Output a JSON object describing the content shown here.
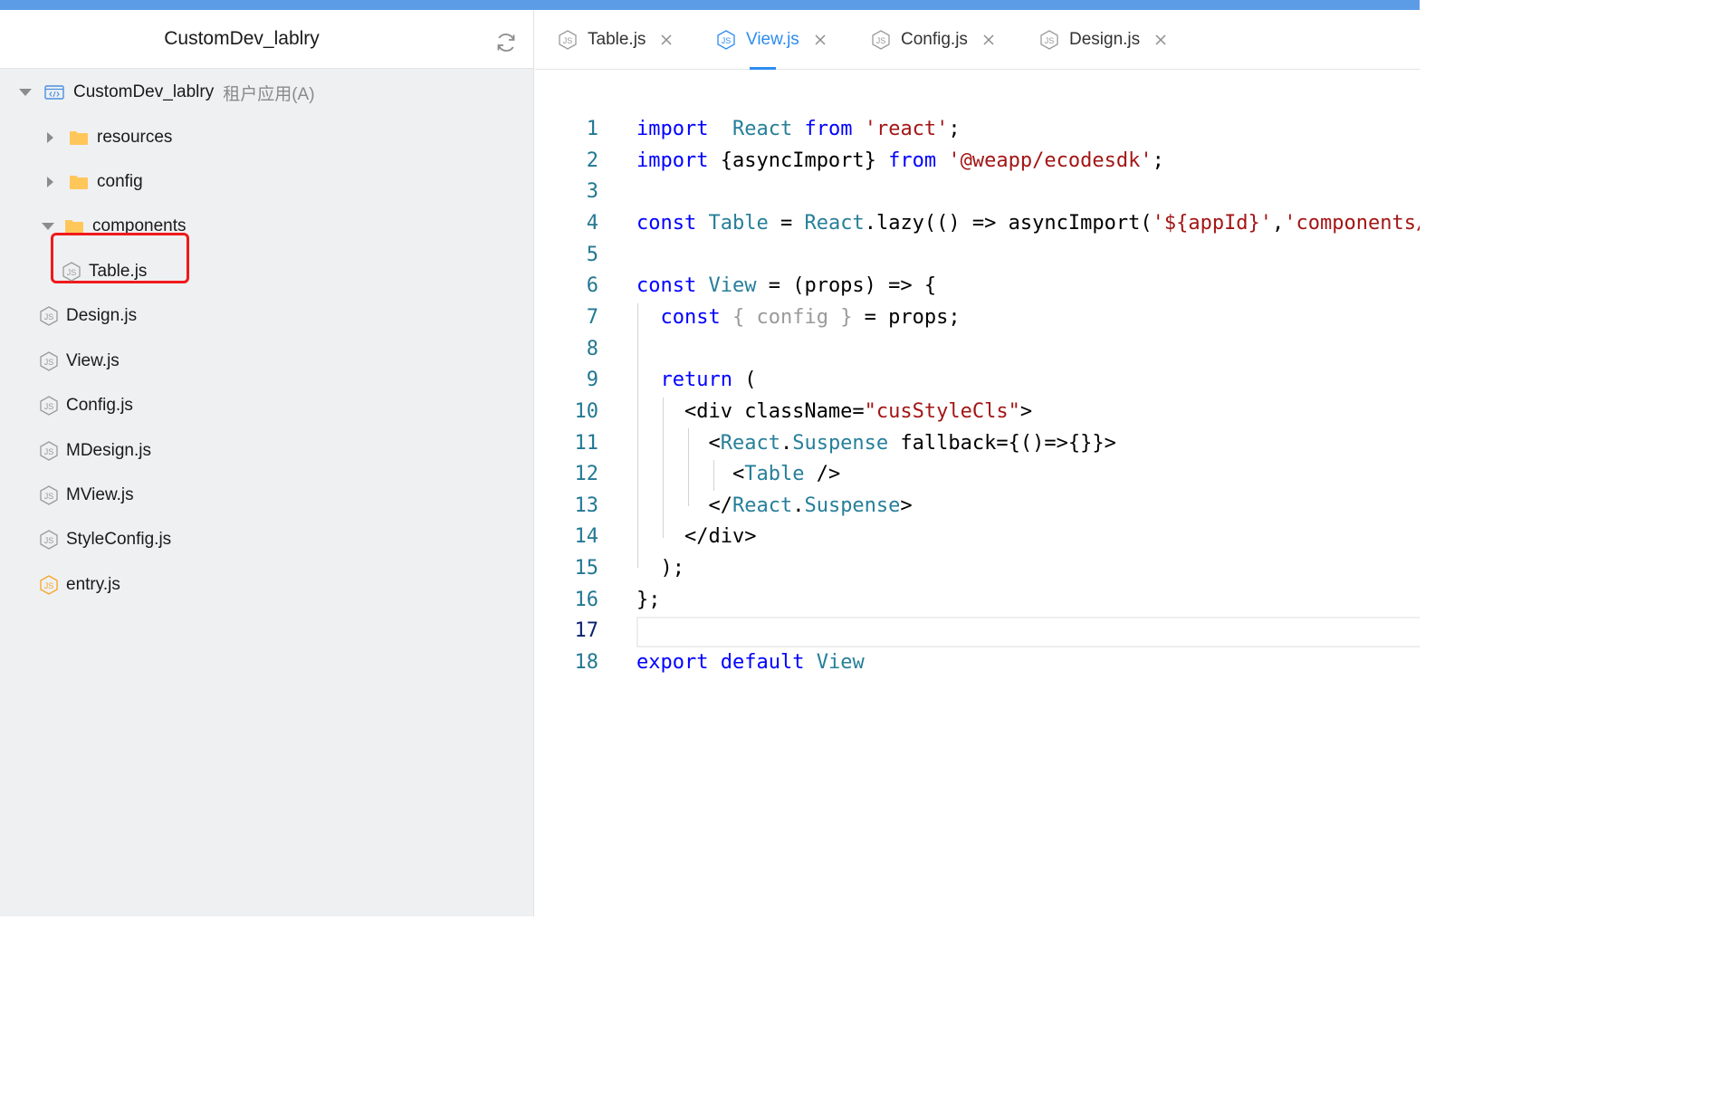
{
  "sidebar": {
    "project_title": "CustomDev_lablry",
    "root": {
      "name": "CustomDev_lablry",
      "suffix": "租户应用(A)"
    },
    "folders": [
      {
        "name": "resources",
        "expanded": false
      },
      {
        "name": "config",
        "expanded": false
      },
      {
        "name": "components",
        "expanded": true
      }
    ],
    "component_files": [
      {
        "name": "Table.js",
        "highlighted": true
      }
    ],
    "root_files": [
      {
        "name": "Design.js"
      },
      {
        "name": "View.js"
      },
      {
        "name": "Config.js"
      },
      {
        "name": "MDesign.js"
      },
      {
        "name": "MView.js"
      },
      {
        "name": "StyleConfig.js"
      },
      {
        "name": "entry.js",
        "icon_color": "#f5a623"
      }
    ]
  },
  "tabs": [
    {
      "label": "Table.js",
      "active": false
    },
    {
      "label": "View.js",
      "active": true
    },
    {
      "label": "Config.js",
      "active": false
    },
    {
      "label": "Design.js",
      "active": false
    }
  ],
  "editor": {
    "current_line": 17,
    "line_numbers": [
      "1",
      "2",
      "3",
      "4",
      "5",
      "6",
      "7",
      "8",
      "9",
      "10",
      "11",
      "12",
      "13",
      "14",
      "15",
      "16",
      "17",
      "18"
    ],
    "lines": [
      [
        [
          "kw",
          "import"
        ],
        [
          "",
          "  "
        ],
        [
          "ty",
          "React"
        ],
        [
          "",
          " "
        ],
        [
          "kw",
          "from"
        ],
        [
          "",
          " "
        ],
        [
          "st",
          "'react'"
        ],
        [
          "",
          ";"
        ]
      ],
      [
        [
          "kw",
          "import"
        ],
        [
          "",
          " {asyncImport} "
        ],
        [
          "kw",
          "from"
        ],
        [
          "",
          " "
        ],
        [
          "st",
          "'@weapp/ecodesdk'"
        ],
        [
          "",
          ";"
        ]
      ],
      [],
      [
        [
          "kw",
          "const"
        ],
        [
          "",
          " "
        ],
        [
          "ty",
          "Table"
        ],
        [
          "",
          " = "
        ],
        [
          "ty",
          "React"
        ],
        [
          "",
          ".lazy(() => asyncImport("
        ],
        [
          "st",
          "'${appId}'"
        ],
        [
          "",
          ","
        ],
        [
          "st",
          "'components/Table'"
        ],
        [
          "",
          "));"
        ]
      ],
      [],
      [
        [
          "kw",
          "const"
        ],
        [
          "",
          " "
        ],
        [
          "ty",
          "View"
        ],
        [
          "",
          " = (props) => {"
        ]
      ],
      [
        [
          "",
          "  "
        ],
        [
          "kw",
          "const"
        ],
        [
          "",
          " "
        ],
        [
          "dim",
          "{ config }"
        ],
        [
          "",
          " = props;"
        ]
      ],
      [],
      [
        [
          "",
          "  "
        ],
        [
          "kw",
          "return"
        ],
        [
          "",
          " ("
        ]
      ],
      [
        [
          "",
          "    <div className="
        ],
        [
          "st",
          "\"cusStyleCls\""
        ],
        [
          "",
          ">"
        ]
      ],
      [
        [
          "",
          "      <"
        ],
        [
          "ty",
          "React"
        ],
        [
          "",
          "."
        ],
        [
          "ty",
          "Suspense"
        ],
        [
          "",
          " fallback={()=>{}}>"
        ]
      ],
      [
        [
          "",
          "        <"
        ],
        [
          "ty",
          "Table"
        ],
        [
          "",
          " />"
        ]
      ],
      [
        [
          "",
          "      </"
        ],
        [
          "ty",
          "React"
        ],
        [
          "",
          "."
        ],
        [
          "ty",
          "Suspense"
        ],
        [
          "",
          ">"
        ]
      ],
      [
        [
          "",
          "    </div>"
        ]
      ],
      [
        [
          "",
          "  );"
        ]
      ],
      [
        [
          "",
          "};"
        ]
      ],
      [],
      [
        [
          "kw",
          "export"
        ],
        [
          "",
          " "
        ],
        [
          "kw",
          "default"
        ],
        [
          "",
          " "
        ],
        [
          "ty",
          "View"
        ]
      ]
    ]
  },
  "colors": {
    "accent": "#2d8cf0",
    "topbar": "#5c9ce6",
    "highlight_border": "#f0191b",
    "folder": "#ffc75a"
  }
}
